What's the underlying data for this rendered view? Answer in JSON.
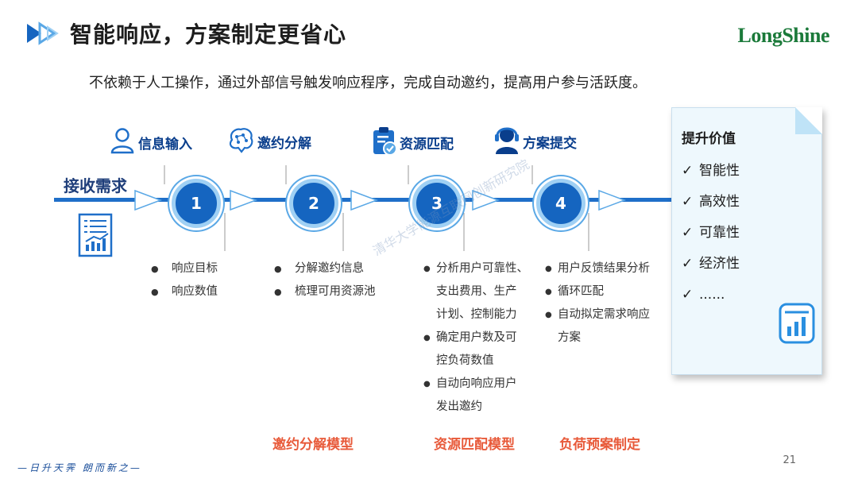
{
  "title": "智能响应，方案制定更省心",
  "subtitle": "不依赖于人工操作，通过外部信号触发响应程序，完成自动邀约，提高用户参与活跃度。",
  "logo": "LongShine",
  "receive_label": "接收需求",
  "steps": [
    {
      "number": "1",
      "label": "信息输入",
      "icon": "user-icon"
    },
    {
      "number": "2",
      "label": "邀约分解",
      "icon": "brain-icon"
    },
    {
      "number": "3",
      "label": "资源匹配",
      "icon": "clipboard-check-icon"
    },
    {
      "number": "4",
      "label": "方案提交",
      "icon": "support-agent-icon"
    }
  ],
  "bullets": {
    "col1": [
      "响应目标",
      "响应数值"
    ],
    "col2": [
      "分解邀约信息",
      "梳理可用资源池"
    ],
    "col3": [
      "分析用户可靠性、",
      "支出费用、生产",
      "计划、控制能力",
      "确定用户数及可",
      "控负荷数值",
      "自动向响应用户",
      "发出邀约"
    ],
    "col4": [
      "用户反馈结果分析",
      "循环匹配",
      "自动拟定需求响应",
      "方案"
    ]
  },
  "bottom_labels": [
    "邀约分解模型",
    "资源匹配模型",
    "负荷预案制定"
  ],
  "value_card": {
    "title": "提升价值",
    "check": "✓",
    "items": [
      "智能性",
      "高效性",
      "可靠性",
      "经济性",
      "......"
    ]
  },
  "watermark": "清华大学能源互联网创新研究院",
  "slogan": "—日升天霁 朗而新之—",
  "page_number": "21",
  "colors": {
    "accent": "#1565c0",
    "line": "#1f6fc9",
    "orange": "#e85a3a",
    "logo_green": "#1b7a3a"
  }
}
